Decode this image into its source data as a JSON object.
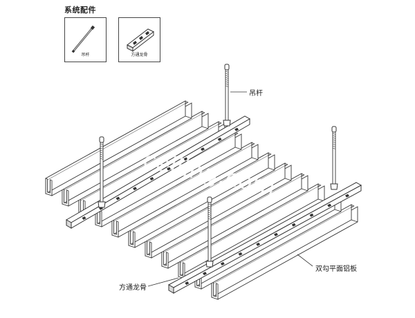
{
  "header": {
    "title": "系统配件"
  },
  "accessories": [
    {
      "label": "吊杆",
      "icon": "hanger-rod-icon"
    },
    {
      "label": "方通龙骨",
      "icon": "square-tube-keel-icon"
    }
  ],
  "callouts": {
    "hanger_rod": "吊杆",
    "keel": "方通龙骨",
    "panel": "双勾平面铝板"
  },
  "watermark": "ceiling.com",
  "colors": {
    "line": "#333333",
    "shade": "#d9d9d9",
    "background": "#ffffff"
  }
}
